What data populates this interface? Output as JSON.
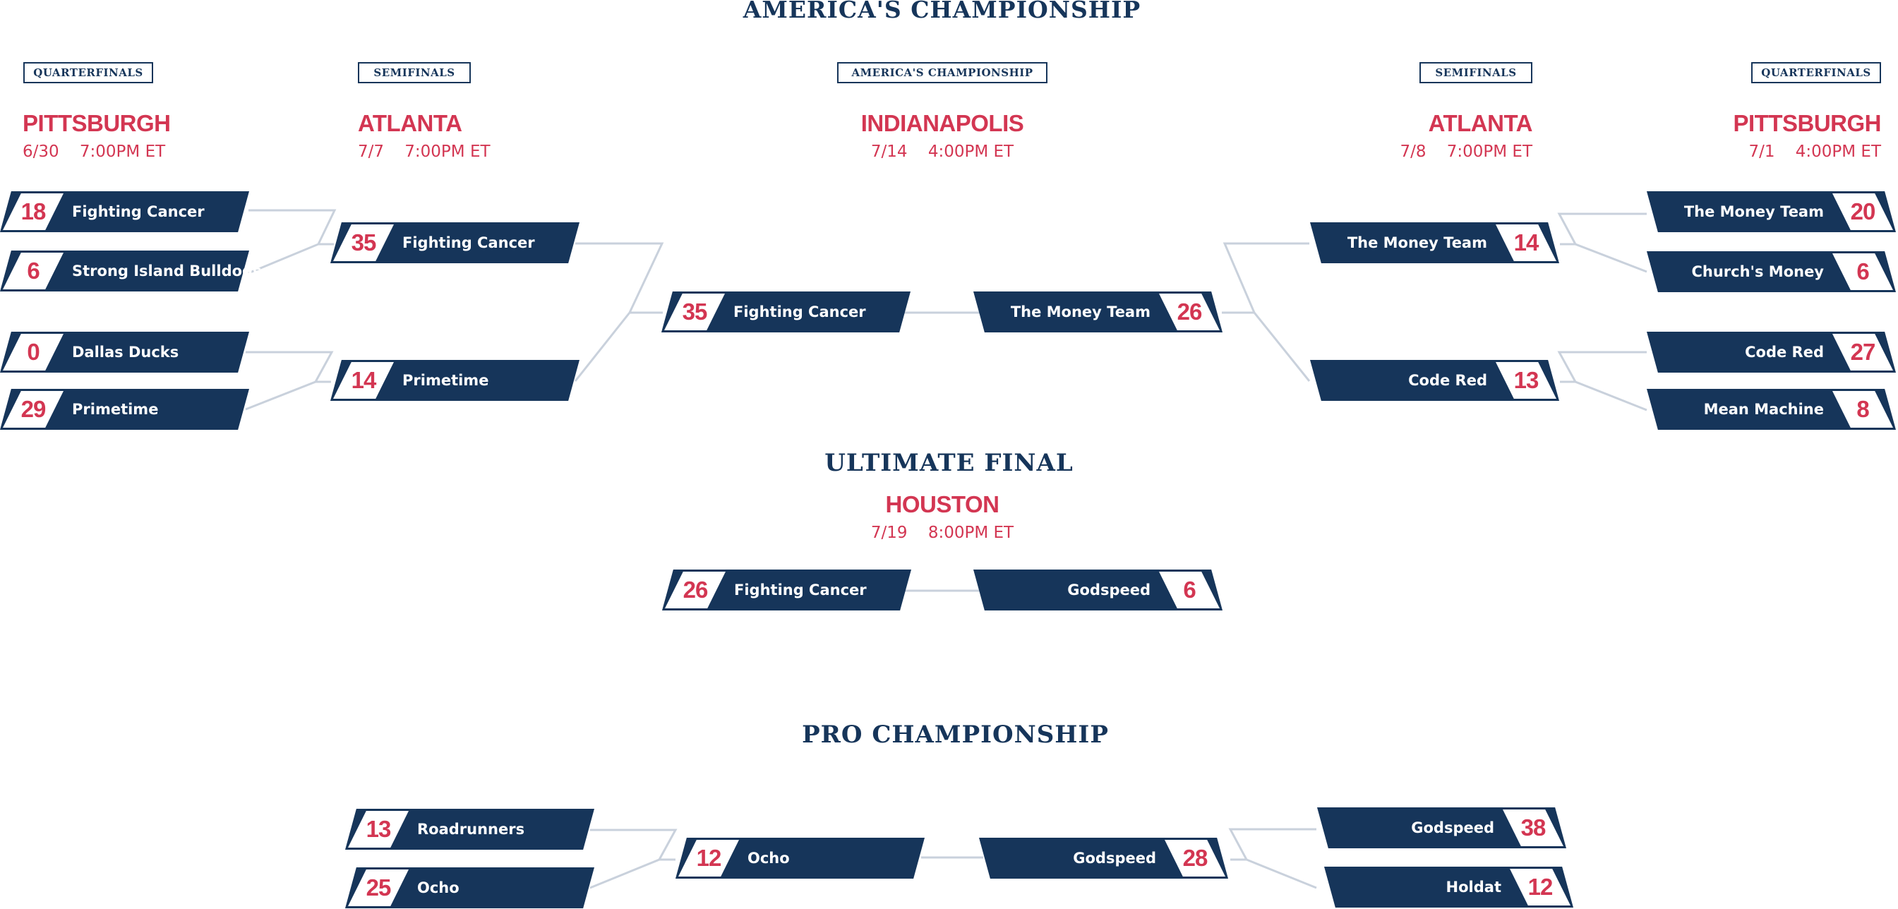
{
  "titles": {
    "americas": "AMERICA'S CHAMPIONSHIP",
    "ultimate": "ULTIMATE FINAL",
    "pro": "PRO CHAMPIONSHIP"
  },
  "round_labels": {
    "qf_left": "QUARTERFINALS",
    "sf_left": "SEMIFINALS",
    "final": "AMERICA'S CHAMPIONSHIP",
    "sf_right": "SEMIFINALS",
    "qf_right": "QUARTERFINALS"
  },
  "game_info": {
    "qf_left": {
      "city": "PITTSBURGH",
      "date": "6/30",
      "time": "7:00PM ET"
    },
    "sf_left": {
      "city": "ATLANTA",
      "date": "7/7",
      "time": "7:00PM ET"
    },
    "final": {
      "city": "INDIANAPOLIS",
      "date": "7/14",
      "time": "4:00PM ET"
    },
    "sf_right": {
      "city": "ATLANTA",
      "date": "7/8",
      "time": "7:00PM ET"
    },
    "qf_right": {
      "city": "PITTSBURGH",
      "date": "7/1",
      "time": "4:00PM ET"
    },
    "ultimate": {
      "city": "HOUSTON",
      "date": "7/19",
      "time": "8:00PM ET"
    }
  },
  "matchups": {
    "qf_left_1": [
      {
        "team": "Fighting Cancer",
        "score": "18"
      },
      {
        "team": "Strong Island Bulldogs",
        "score": "6"
      }
    ],
    "qf_left_2": [
      {
        "team": "Dallas Ducks",
        "score": "0"
      },
      {
        "team": "Primetime",
        "score": "29"
      }
    ],
    "sf_left": [
      {
        "team": "Fighting Cancer",
        "score": "35"
      },
      {
        "team": "Primetime",
        "score": "14"
      }
    ],
    "americas_final": [
      {
        "team": "Fighting Cancer",
        "score": "35"
      },
      {
        "team": "The Money Team",
        "score": "26"
      }
    ],
    "sf_right": [
      {
        "team": "The Money Team",
        "score": "14"
      },
      {
        "team": "Code Red",
        "score": "13"
      }
    ],
    "qf_right_1": [
      {
        "team": "The Money Team",
        "score": "20"
      },
      {
        "team": "Church's Money",
        "score": "6"
      }
    ],
    "qf_right_2": [
      {
        "team": "Code Red",
        "score": "27"
      },
      {
        "team": "Mean Machine",
        "score": "8"
      }
    ],
    "ultimate_final": [
      {
        "team": "Fighting Cancer",
        "score": "26"
      },
      {
        "team": "Godspeed",
        "score": "6"
      }
    ],
    "pro_sf_left": [
      {
        "team": "Roadrunners",
        "score": "13"
      },
      {
        "team": "Ocho",
        "score": "25"
      }
    ],
    "pro_final": [
      {
        "team": "Ocho",
        "score": "12"
      },
      {
        "team": "Godspeed",
        "score": "28"
      }
    ],
    "pro_sf_right": [
      {
        "team": "Godspeed",
        "score": "38"
      },
      {
        "team": "Holdat",
        "score": "12"
      }
    ]
  },
  "colors": {
    "navy": "#16355a",
    "red": "#d33652",
    "connector": "#c9d1dc",
    "background": "#ffffff"
  }
}
